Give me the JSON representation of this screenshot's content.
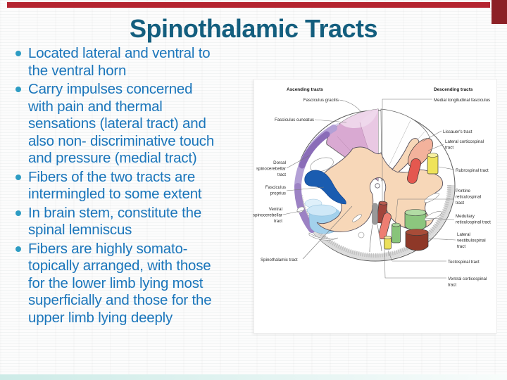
{
  "title": "Spinothalamic Tracts",
  "bullets": [
    {
      "text": "Located lateral and ventral to\nthe ventral horn"
    },
    {
      "text": "Carry impulses concerned\nwith pain and thermal\nsensations (lateral tract) and\nalso non- discriminative touch\nand pressure (medial tract)"
    },
    {
      "text": "Fibers of the two tracts are\nintermingled to some extent"
    },
    {
      "text": "In brain stem, constitute the\nspinal lemniscus"
    },
    {
      "text": "Fibers are highly somato-\ntopically arranged, with those\nfor the lower limb lying most\nsuperficially and those for the\nupper limb lying deeply"
    }
  ],
  "accent_colors": {
    "title_text": "#135e7e",
    "bullet_text": "#1b76bb",
    "bullet_dot": "#2d9cc3",
    "top_stripe": "#b42430",
    "corner_block": "#8c2026",
    "bottom_bar": "#cdebe7"
  },
  "diagram": {
    "ascending_header": "Ascending tracts",
    "descending_header": "Descending tracts",
    "left_labels": {
      "gracilis": "Fasciculus gracilis",
      "cuneatus": "Fasciculus cuneatus",
      "dorsal1": "Dorsal",
      "dorsal2": "spinocerebellar",
      "dorsal3": "tract",
      "proprius1": "Fasciculus",
      "proprius2": "proprius",
      "ventral1": "Ventral",
      "ventral2": "spinocerebellar",
      "ventral3": "tract",
      "spinothalamic": "Spinothalamic tract"
    },
    "right_labels": {
      "mlf": "Medial longitudinal fasciculus",
      "lissauer": "Lissauer's tract",
      "latcort1": "Lateral corticospinal",
      "latcort2": "tract",
      "rubro": "Rubrospinal tract",
      "pont1": "Pontine",
      "pont2": "reticulospinal",
      "pont3": "tract",
      "med1": "Medullary",
      "med2": "reticulospinal tract",
      "vest1": "Lateral",
      "vest2": "vestibulospinal",
      "vest3": "tract",
      "tecto": "Tectospinal tract",
      "vcort1": "Ventral corticospinal",
      "vcort2": "tract"
    },
    "colors": {
      "cuneatus": "#d9a9d2",
      "gracilis": "#e9c8e3",
      "wedge_cap": "#f0d9ec",
      "gray_matter": "#f7d7b8",
      "spinocereb_dorsal": "#b3a0d6",
      "spinocereb_dark": "#8a6cb8",
      "spinocereb_ventral": "#9c82c4",
      "spinothalamic_light": "#cfe8f7",
      "spinothalamic_mid": "#a3d1ec",
      "highlight_blue": "#1a5cb0",
      "lat_corticospinal": "#f3b29c",
      "red_accent": "#e4584f",
      "rubrospinal": "#efe35a",
      "rubrospinal_top": "#f7f0a0",
      "mlf": "#a2453c",
      "mlf_top": "#b85c50",
      "ventral_corticospinal": "#ee7e72",
      "tectospinal": "#ece05a",
      "tectospinal_top": "#f5eda0",
      "pontine_reticulospinal": "#88c47a",
      "pontine_top": "#abd89c",
      "medullary_reticulospinal": "#8cc67e",
      "medullary_top": "#b2dca4",
      "lateral_vestibulospinal": "#8e3828",
      "vestibulospinal_top": "#a84c38",
      "rim": "#dcdcdc",
      "canal": "#ffffff"
    }
  }
}
